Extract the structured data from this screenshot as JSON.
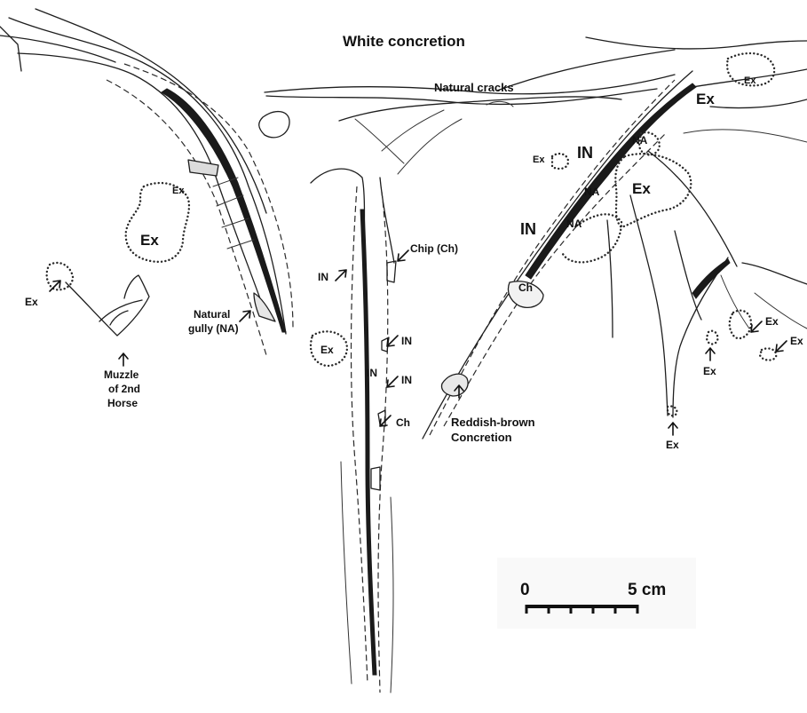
{
  "title": "White concretion",
  "labels": {
    "natural_cracks": "Natural cracks",
    "chip": "Chip (Ch)",
    "natural_gully_1": "Natural",
    "natural_gully_2": "gully (NA)",
    "muzzle_1": "Muzzle",
    "muzzle_2": "of 2nd",
    "muzzle_3": "Horse",
    "reddish_1": "Reddish-brown",
    "reddish_2": "Concretion",
    "ex": "Ex",
    "in": "IN",
    "na": "NA",
    "ch": "Ch"
  },
  "scale_bar": {
    "start": "0",
    "end": "5 cm",
    "tick_count": 6
  },
  "colors": {
    "ink": "#1a1a1a",
    "paper": "#ffffff",
    "light_fill": "#dcdcdc"
  }
}
